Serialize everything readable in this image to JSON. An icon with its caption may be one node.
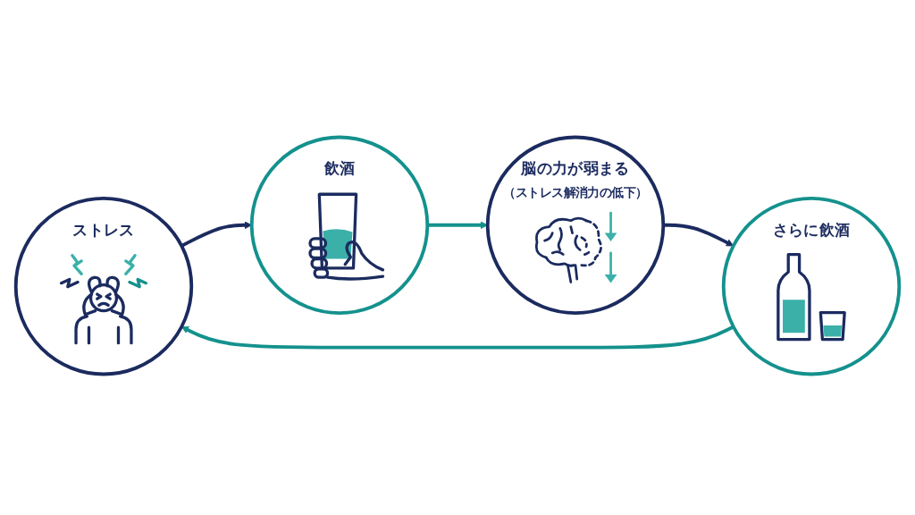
{
  "diagram": {
    "nodes": [
      {
        "text": [
          "ストレス"
        ]
      },
      {
        "text": [
          "飲酒"
        ]
      },
      {
        "text": [
          "脳の力が弱まる",
          "（ストレス解消力の低下）"
        ]
      },
      {
        "text": [
          "さらに飲酒"
        ]
      }
    ],
    "edges": [
      {
        "from": 0,
        "to": 1,
        "arrow": "to",
        "color": "#1b2b5f"
      },
      {
        "from": 1,
        "to": 2,
        "arrow": "to",
        "color": "#14918d"
      },
      {
        "from": 2,
        "to": 3,
        "arrow": "to",
        "color": "#1b2b5f"
      },
      {
        "from": 3,
        "to": 0,
        "arrow": "to",
        "color": "#14918d"
      }
    ]
  }
}
